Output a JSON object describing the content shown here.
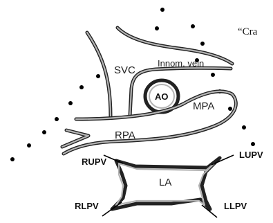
{
  "labels": {
    "cranial": "“Cra",
    "svc": "SVC",
    "innom_vein": "Innom. vein",
    "ao": "AO",
    "rpa": "RPA",
    "mpa": "MPA",
    "rupv": "RUPV",
    "lupv": "LUPV",
    "la": "LA",
    "rlpv": "RLPV",
    "llpv": "LLPV"
  },
  "colors": {
    "outline": "#222222",
    "vessel_fill": "#b3b3b3",
    "dots": "#000000"
  }
}
